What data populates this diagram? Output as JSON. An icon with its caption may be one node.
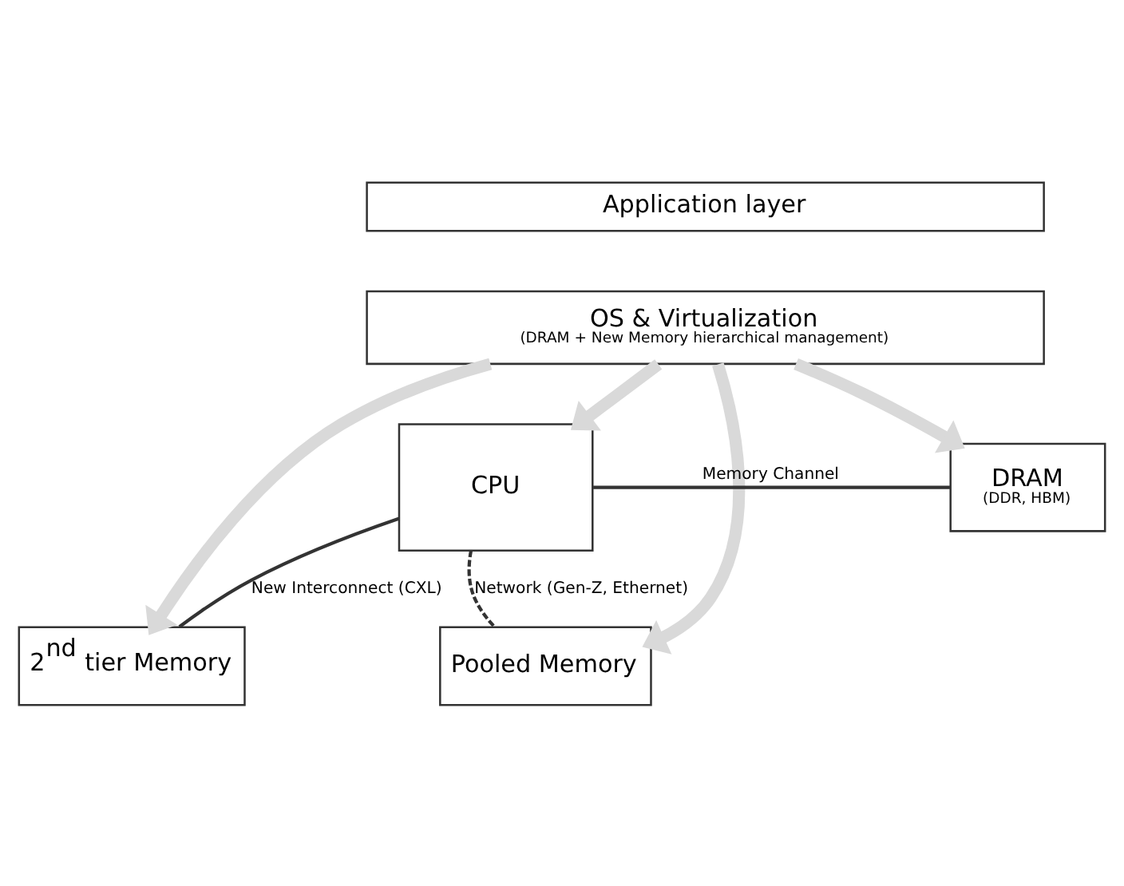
{
  "diagram": {
    "nodes": [
      {
        "text": [
          "Application layer"
        ]
      },
      {
        "text": [
          "OS & Virtualization",
          "(DRAM + New Memory hierarchical management)"
        ]
      },
      {
        "text": [
          "CPU"
        ]
      },
      {
        "text": [
          "DRAM",
          "(DDR, HBM)"
        ]
      },
      {
        "text": [
          "2$^{nd}$ tier Memory"
        ]
      },
      {
        "text": [
          "Pooled Memory"
        ]
      }
    ],
    "edges": [
      {
        "from": 1,
        "to": 2,
        "arrow": "to"
      },
      {
        "from": 1,
        "to": 3,
        "arrow": "to"
      },
      {
        "from": 1,
        "to": 4,
        "arrow": "to"
      },
      {
        "from": 1,
        "to": 5,
        "arrow": "to"
      },
      {
        "from": 2,
        "to": 3,
        "arrow": "none",
        "color": "#333333",
        "label": "Memory Channel"
      },
      {
        "from": 2,
        "to": 4,
        "arrow": "none",
        "color": "#333333",
        "label": "New Interconnect (CXL)"
      },
      {
        "from": 2,
        "to": 5,
        "arrow": "none",
        "style": "dashed",
        "color": "#333333",
        "label": "Network (Gen-Z, Ethernet)"
      }
    ]
  }
}
